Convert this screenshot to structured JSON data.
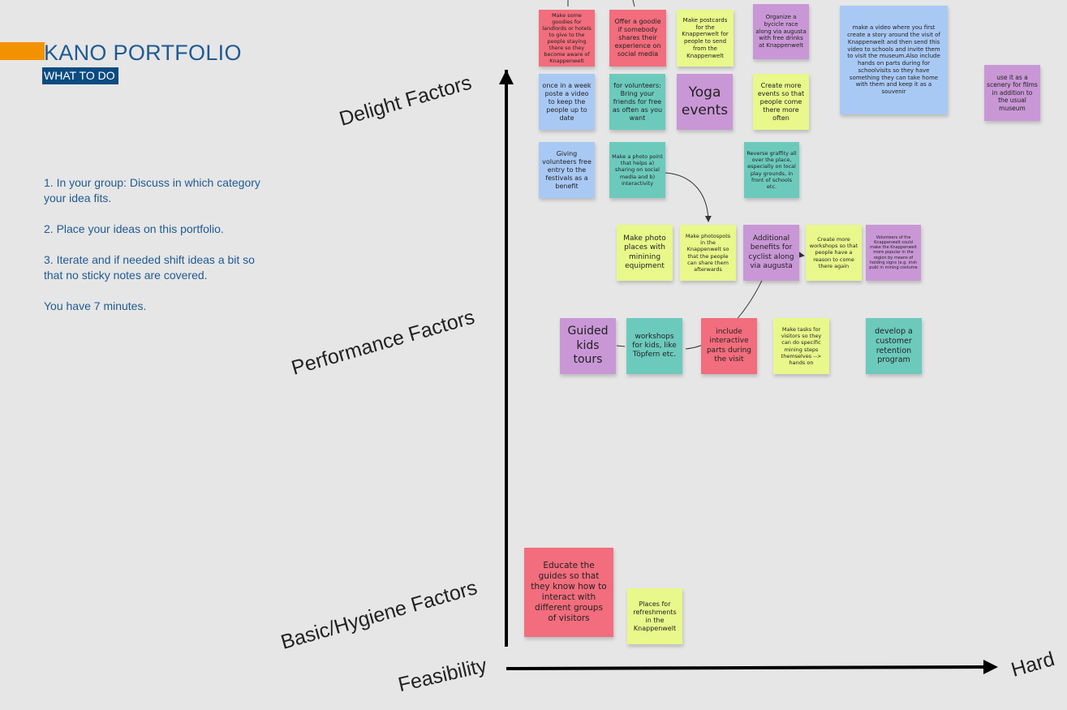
{
  "header": {
    "title": "KANO PORTFOLIO",
    "subtitle": "WHAT TO DO",
    "accent_color": "#f39200",
    "title_color": "#1f5a94"
  },
  "instructions": [
    "1. In your group: Discuss in which category your idea fits.",
    "2. Place your ideas on this portfolio.",
    "3. Iterate and if needed shift ideas a bit so that no sticky notes are covered.",
    "You have 7 minutes."
  ],
  "axes": {
    "delight": "Delight Factors",
    "performance": "Performance Factors",
    "basic": "Basic/Hygiene Factors",
    "feasibility": "Feasibility",
    "hard": "Hard"
  },
  "colors": {
    "pink": "#f26d7d",
    "green": "#e8f88a",
    "purple": "#c997d6",
    "blue": "#a9c9f5",
    "teal": "#6ccabd"
  },
  "notes": [
    {
      "id": "n1",
      "text": "Make some goodies for landlords or hotels to give to the people staying there so they become aware of Knappenwelt",
      "color": "pink"
    },
    {
      "id": "n2",
      "text": "Offer a goodie if somebody shares their experience on social media",
      "color": "pink"
    },
    {
      "id": "n3",
      "text": "Make postcards for the Knappenwelt for people to send from the Knappenwelt",
      "color": "green"
    },
    {
      "id": "n4",
      "text": "Organize a bycicle race along via augusta with free drinks at Knappenwelt",
      "color": "purple"
    },
    {
      "id": "n5",
      "text": "make a video where you first create a story around the visit of Knappenwelt and then send this video to schools and invite them to visit the museum.Also include hands on parts during for schoolvisits so they have something they can take home with them and keep it as a souvenir",
      "color": "blue"
    },
    {
      "id": "n6",
      "text": "use it as a scenery for films in addition to the usual museum",
      "color": "purple"
    },
    {
      "id": "n7",
      "text": "once in a week poste a video to keep the people up to date",
      "color": "blue"
    },
    {
      "id": "n8",
      "text": "for volunteers: Bring your friends for free as often as you want",
      "color": "teal"
    },
    {
      "id": "n9",
      "text": "Yoga events",
      "color": "purple"
    },
    {
      "id": "n10",
      "text": "Create more events so that people come there more often",
      "color": "green"
    },
    {
      "id": "n11",
      "text": "Giving volunteers free entry to the festivals as a benefit",
      "color": "blue"
    },
    {
      "id": "n12",
      "text": "Make a photo point that helps a) sharing on social media and b) interactivity",
      "color": "teal"
    },
    {
      "id": "n13",
      "text": "Reverse graffity all over the place, especially on local play grounds, in front of schools etc.",
      "color": "teal"
    },
    {
      "id": "n14",
      "text": "Make photo places with minining equipment",
      "color": "green"
    },
    {
      "id": "n15",
      "text": "Make photospots in the Knappenwelt so that the people can share them afterwards",
      "color": "green"
    },
    {
      "id": "n16",
      "text": "Additional benefits for cyclist along via augusta",
      "color": "purple"
    },
    {
      "id": "n17",
      "text": "Create more workshops so that people have a reason to come there again",
      "color": "green"
    },
    {
      "id": "n18",
      "text": "Volunteers of the Knappenwelt could make the Knappenwelt more popular in the region by means of holding signs (e.g. irish pub) in mining costume",
      "color": "purple"
    },
    {
      "id": "n19",
      "text": "Guided kids tours",
      "color": "purple"
    },
    {
      "id": "n20",
      "text": "workshops for kids, like Töpfern etc.",
      "color": "teal"
    },
    {
      "id": "n21",
      "text": "include interactive parts during the visit",
      "color": "pink"
    },
    {
      "id": "n22",
      "text": "Make tasks for visitors so they can do specific mining steps themselves --> hands on",
      "color": "green"
    },
    {
      "id": "n23",
      "text": "develop a customer retention program",
      "color": "teal"
    },
    {
      "id": "n24",
      "text": "Educate the guides so that they know how to interact with different groups of visitors",
      "color": "pink"
    },
    {
      "id": "n25",
      "text": "Places for refreshments in the Knappenwelt",
      "color": "green"
    }
  ]
}
